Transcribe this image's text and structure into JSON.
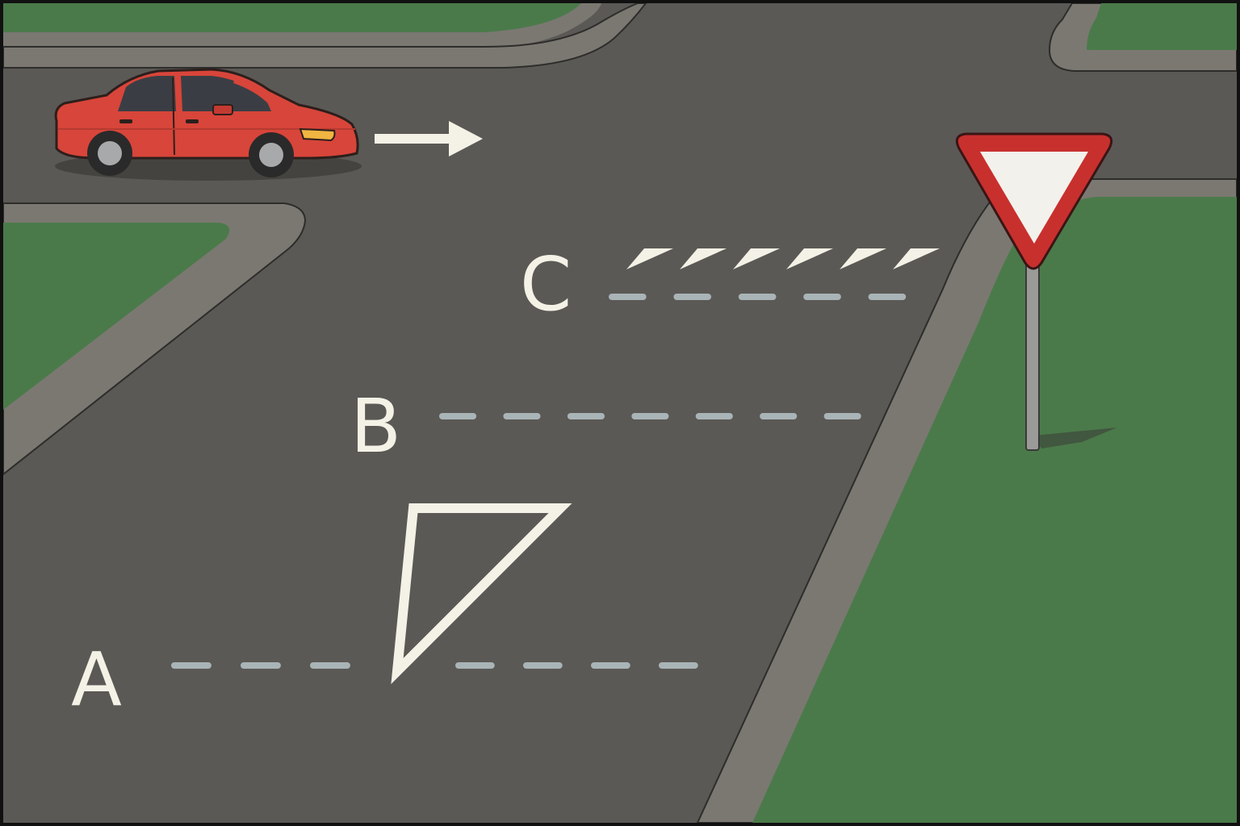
{
  "scene": {
    "description_role": "road-marking-diagram",
    "labels": {
      "a": "A",
      "b": "B",
      "c": "C"
    },
    "colors": {
      "asphalt": "#5b5955",
      "grass": "#4b7a4a",
      "curb": "#7b7872",
      "marking_white": "#f4f1e6",
      "marking_dash": "#a9b4b7",
      "car_body": "#d8453a",
      "sign_red": "#c8302e",
      "sign_face": "#f3f1ec",
      "pole": "#9a9a98"
    },
    "icons": {
      "car": "red-sedan-icon",
      "direction": "right-arrow-icon",
      "sign": "yield-sign-icon"
    }
  }
}
